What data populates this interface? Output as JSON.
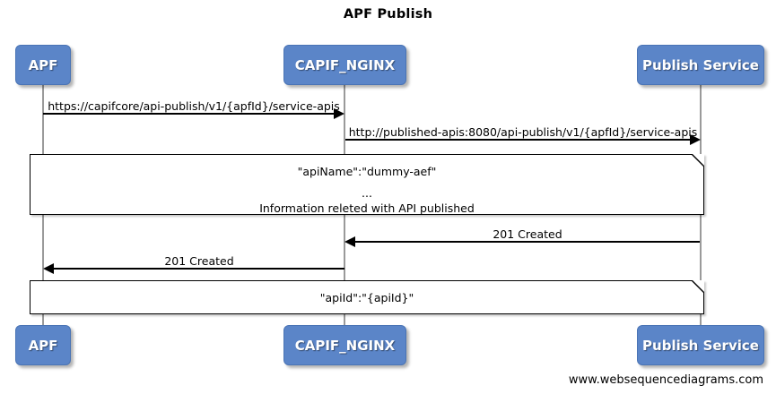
{
  "diagram": {
    "title": "APF Publish",
    "footer": "www.websequencediagrams.com",
    "accent_color": "#5b85c8",
    "line_color": "#000000",
    "lifeline_color": "#9a9a9a",
    "note_background": "#ffffff"
  },
  "actors": [
    {
      "id": "apf",
      "label": "APF"
    },
    {
      "id": "capif_nginx",
      "label": "CAPIF_NGINX"
    },
    {
      "id": "publish_service",
      "label": "Publish Service"
    }
  ],
  "messages": [
    {
      "id": "m1",
      "from": "APF",
      "to": "CAPIF_NGINX",
      "direction": "right",
      "label": "https://capifcore/api-publish/v1/{apfId}/service-apis"
    },
    {
      "id": "m2",
      "from": "CAPIF_NGINX",
      "to": "Publish Service",
      "direction": "right",
      "label": "http://published-apis:8080/api-publish/v1/{apfId}/service-apis"
    },
    {
      "id": "m3",
      "from": "Publish Service",
      "to": "CAPIF_NGINX",
      "direction": "left",
      "label": "201 Created"
    },
    {
      "id": "m4",
      "from": "CAPIF_NGINX",
      "to": "APF",
      "direction": "left",
      "label": "201 Created"
    }
  ],
  "notes": [
    {
      "id": "n1",
      "lines": [
        "\"apiName\":\"dummy-aef\"",
        "...",
        "Information releted with API published"
      ]
    },
    {
      "id": "n2",
      "lines": [
        "\"apiId\":\"{apiId}\""
      ]
    }
  ]
}
